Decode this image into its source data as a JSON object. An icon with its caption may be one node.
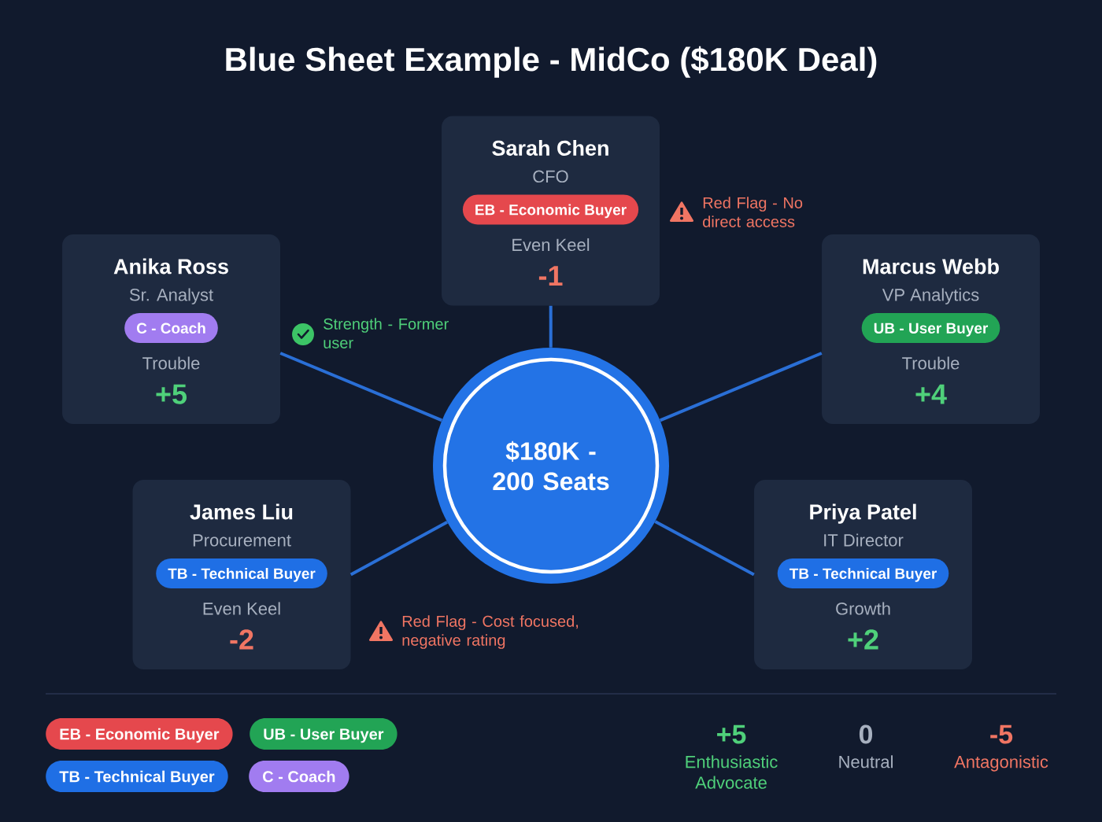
{
  "diagram": {
    "title": "Blue Sheet Example - MidCo ($180K Deal)",
    "nodes": [
      {
        "text": [
          "Sarah Chen",
          "CFO",
          "Even Keel",
          "-1"
        ],
        "beside": [
          "Red Flag - No direct access"
        ]
      },
      {
        "text": [
          "EB - Economic Buyer"
        ],
        "in": 0
      },
      {
        "text": [
          "Anika Ross",
          "Sr. Analyst",
          "Trouble",
          "+5"
        ]
      },
      {
        "text": [
          "C - Coach"
        ],
        "in": 2
      },
      {
        "text": [
          "Marcus Webb",
          "VP Analytics",
          "Trouble",
          "+4"
        ]
      },
      {
        "text": [
          "UB - User Buyer"
        ],
        "in": 4
      },
      {
        "text": [
          "$180K - 200 Seats"
        ]
      },
      {
        "text": [
          "James Liu",
          "Procurement",
          "Even Keel",
          "-2"
        ],
        "beside": [
          "Red Flag - Cost focused, negative rating"
        ]
      },
      {
        "text": [
          "TB - Technical Buyer"
        ],
        "in": 7
      },
      {
        "text": [
          "Priya Patel",
          "IT Director",
          "Growth",
          "+2"
        ]
      },
      {
        "text": [
          "TB - Technical Buyer"
        ],
        "in": 9
      }
    ],
    "edges": [
      {
        "from": 6,
        "to": 0,
        "arrow": "none"
      },
      {
        "from": 6,
        "to": 2,
        "arrow": "none"
      },
      {
        "from": 6,
        "to": 4,
        "arrow": "none"
      },
      {
        "from": 6,
        "to": 7,
        "arrow": "none"
      },
      {
        "from": 6,
        "to": 9,
        "arrow": "none"
      }
    ],
    "labels": [
      "Strength - Former user",
      "+5",
      "Enthusiastic Advocate",
      "0",
      "Neutral",
      "-5",
      "Antagonistic"
    ],
    "legend": [
      {
        "text": "EB - Economic Buyer",
        "color": "#e5484d"
      },
      {
        "text": "UB - User Buyer",
        "color": "#22a455"
      },
      {
        "text": "TB - Technical Buyer",
        "color": "#1f6fe5"
      },
      {
        "text": "C - Coach",
        "color": "#a17cf0"
      }
    ]
  }
}
